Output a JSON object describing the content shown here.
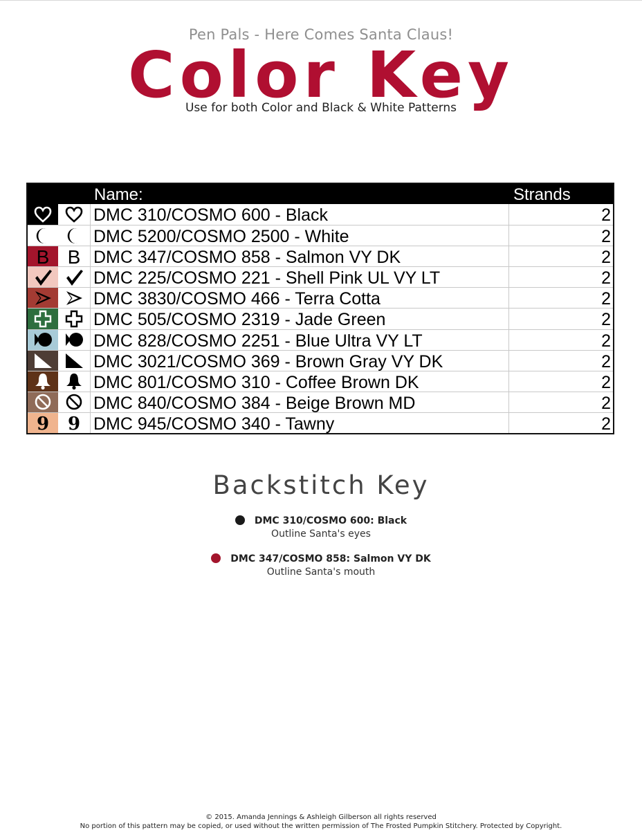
{
  "header": {
    "subtitle": "Pen Pals - Here Comes Santa Claus!",
    "title": "Color Key",
    "tagline": "Use for both Color and Black & White Patterns"
  },
  "color_key": {
    "col_name": "Name:",
    "col_strands": "Strands",
    "rows": [
      {
        "name": "DMC 310/COSMO 600 - Black",
        "strands": "2",
        "color": "#000000",
        "symbol": "heart-outline-icon",
        "sym_color": "#ffffff"
      },
      {
        "name": "DMC 5200/COSMO 2500 - White",
        "strands": "2",
        "color": "#ffffff",
        "symbol": "crescent-moon-icon",
        "sym_color": "#000000"
      },
      {
        "name": "DMC 347/COSMO 858 - Salmon VY DK",
        "strands": "2",
        "color": "#a3152c",
        "symbol": "letter-b-icon",
        "sym_color": "#000000"
      },
      {
        "name": "DMC 225/COSMO 221 - Shell Pink UL VY LT",
        "strands": "2",
        "color": "#f2c8bf",
        "symbol": "checkmark-icon",
        "sym_color": "#000000"
      },
      {
        "name": "DMC 3830/COSMO 466 - Terra Cotta",
        "strands": "2",
        "color": "#a33b33",
        "symbol": "arrowhead-icon",
        "sym_color": "#000000"
      },
      {
        "name": "DMC 505/COSMO 2319 - Jade Green",
        "strands": "2",
        "color": "#2e6e3e",
        "symbol": "plus-outline-icon",
        "sym_color": "#ffffff"
      },
      {
        "name": "DMC 828/COSMO 2251 - Blue Ultra VY LT",
        "strands": "2",
        "color": "#a8cbd8",
        "symbol": "fish-icon",
        "sym_color": "#000000"
      },
      {
        "name": "DMC 3021/COSMO 369 - Brown Gray VY DK",
        "strands": "2",
        "color": "#4e3d35",
        "symbol": "right-triangle-icon",
        "sym_color": "#ffffff"
      },
      {
        "name": "DMC 801/COSMO 310 - Coffee Brown DK",
        "strands": "2",
        "color": "#5e3218",
        "symbol": "bell-icon",
        "sym_color": "#ffffff"
      },
      {
        "name": "DMC 840/COSMO 384 - Beige Brown MD",
        "strands": "2",
        "color": "#8f6b58",
        "symbol": "prohibited-icon",
        "sym_color": "#ffffff"
      },
      {
        "name": "DMC 945/COSMO 340 - Tawny",
        "strands": "2",
        "color": "#f0b48e",
        "symbol": "number-nine-icon",
        "sym_color": "#000000"
      }
    ]
  },
  "backstitch": {
    "title": "Backstitch Key",
    "items": [
      {
        "label": "DMC 310/COSMO 600: Black",
        "note": "Outline Santa's eyes",
        "color": "#1a1a1a"
      },
      {
        "label": "DMC 347/COSMO 858: Salmon VY DK",
        "note": "Outline Santa's mouth",
        "color": "#a3152c"
      }
    ]
  },
  "footer": {
    "copyright": "© 2015. Amanda Jennings & Ashleigh Gilberson all rights reserved",
    "notice": "No portion of this pattern may be copied, or used without the written permission of The Frosted Pumpkin Stitchery. Protected by Copyright."
  },
  "colors": {
    "accent": "#b00f31"
  }
}
